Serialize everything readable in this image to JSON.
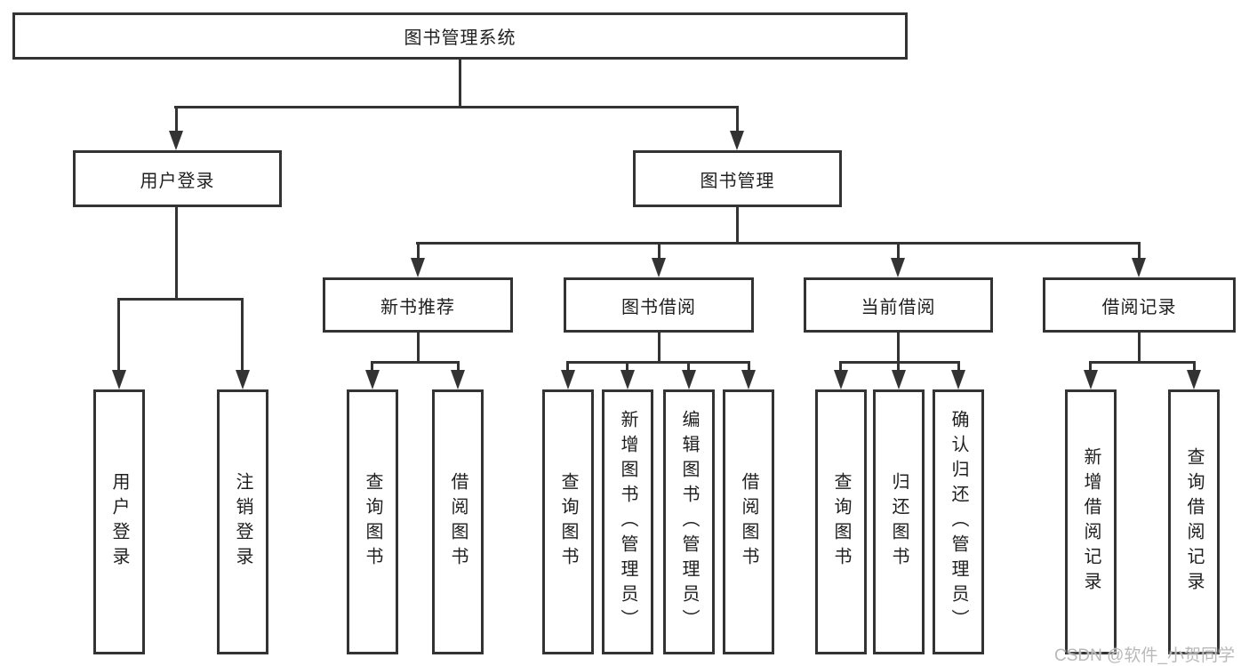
{
  "diagram": {
    "root": {
      "label": "图书管理系统"
    },
    "level2": [
      {
        "label": "用户登录"
      },
      {
        "label": "图书管理"
      }
    ],
    "level3": [
      {
        "label": "新书推荐"
      },
      {
        "label": "图书借阅"
      },
      {
        "label": "当前借阅"
      },
      {
        "label": "借阅记录"
      }
    ],
    "leaves": [
      {
        "label": "用户登录"
      },
      {
        "label": "注销登录"
      },
      {
        "label": "查询图书"
      },
      {
        "label": "借阅图书"
      },
      {
        "label": "查询图书"
      },
      {
        "label": "新增图书（管理员）"
      },
      {
        "label": "编辑图书（管理员）"
      },
      {
        "label": "借阅图书"
      },
      {
        "label": "查询图书"
      },
      {
        "label": "归还图书"
      },
      {
        "label": "确认归还（管理员）"
      },
      {
        "label": "新增借阅记录"
      },
      {
        "label": "查询借阅记录"
      }
    ],
    "watermark": "CSDN @软件_小贺同学",
    "colors": {
      "line": "#333333",
      "text": "#1f1f1f",
      "watermark": "#b9b9b9",
      "background": "#ffffff"
    }
  }
}
